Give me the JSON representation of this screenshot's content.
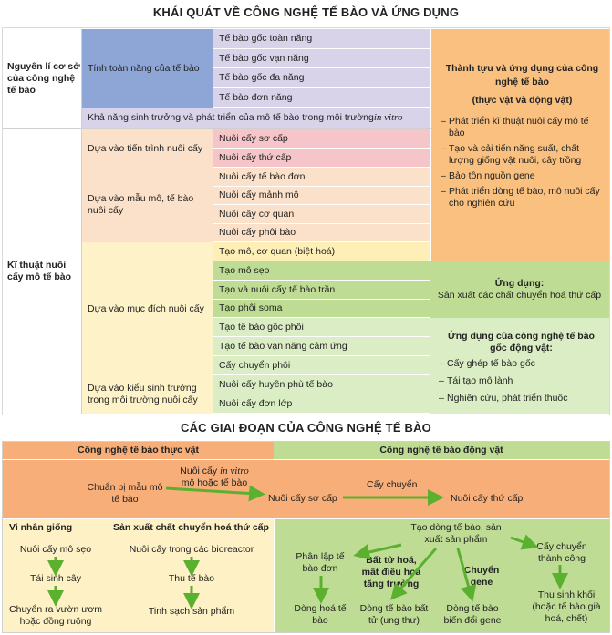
{
  "title1": "KHÁI QUÁT VỀ CÔNG NGHỆ TẾ BÀO VÀ ỨNG DỤNG",
  "principle": {
    "label": "Nguyên lí cơ sở của công nghệ tế bào",
    "totipotency": "Tính toàn năng của tế bào",
    "stem_cells": [
      "Tế bào gốc toàn năng",
      "Tế bào gốc vạn năng",
      "Tế bào gốc đa năng",
      "Tế bào đơn năng"
    ],
    "growth": "Khả năng sinh trưởng và phát triển của mô tế bào trong môi trường ",
    "growth_italic": "in vitro"
  },
  "achievements": {
    "title": "Thành tựu và ứng dụng của công nghệ tế bào",
    "subtitle": "(thực vật và động vật)",
    "items": [
      "Phát triển kĩ thuật nuôi cấy mô tế bào",
      "Tạo và cải tiến năng suất, chất lượng giống vật nuôi, cây trồng",
      "Bảo tồn nguồn gene",
      "Phát triển dòng tế bào, mô nuôi cấy cho nghiên cứu"
    ]
  },
  "technique": {
    "label": "Kĩ thuật nuôi cấy mô tế bào",
    "g1": "Dựa vào tiến trình nuôi cấy",
    "g1_items": [
      "Nuôi cấy sơ cấp",
      "Nuôi cấy thứ cấp"
    ],
    "g2": "Dựa vào mẫu mô, tế bào nuôi cấy",
    "g2_items": [
      "Nuôi cấy tế bào đơn",
      "Nuôi cấy mảnh mô",
      "Nuôi cấy cơ quan",
      "Nuôi cấy phôi bào"
    ],
    "g3": "Dựa vào mục đích nuôi cấy",
    "g3_items": [
      "Tạo mô, cơ quan (biệt hoá)",
      "Tạo mô sẹo",
      "Tạo và nuôi cấy tế bào trần",
      "Tạo phôi soma",
      "Tạo tế bào gốc phôi",
      "Tạo tế bào vạn năng cảm ứng",
      "Cấy chuyển phôi"
    ],
    "g4": "Dựa vào kiểu sinh trưởng trong môi trường nuôi cấy",
    "g4_items": [
      "Nuôi cấy huyền phù tế bào",
      "Nuôi cấy đơn lớp"
    ]
  },
  "app1": {
    "title": "Ứng dụng:",
    "text": "Sản xuất các chất chuyển hoá thứ cấp"
  },
  "app2": {
    "title": "Ứng dụng của công nghệ tế bào gốc động vật:",
    "items": [
      "Cấy ghép tế bào gốc",
      "Tái tạo mô lành",
      "Nghiên cứu, phát triển thuốc"
    ]
  },
  "title2": "CÁC GIAI ĐOẠN CỦA CÔNG NGHỆ TẾ BÀO",
  "plant_header": "Công nghệ tế bào thực vật",
  "animal_header": "Công nghệ tế bào động vật",
  "flow": {
    "prep": "Chuẩn bị mẫu mô tế bào",
    "invitro_1": "Nuôi cấy ",
    "invitro_2": "in vitro",
    "invitro_3": "mô hoặc tế bào",
    "primary": "Nuôi cấy sơ cấp",
    "transfer": "Cấy chuyển",
    "secondary": "Nuôi cấy thứ cấp"
  },
  "breeding": {
    "title": "Vi nhân giống",
    "steps": [
      "Nuôi cấy mô sẹo",
      "Tái sinh cây",
      "Chuyển ra vườn ươm hoặc đồng ruộng"
    ]
  },
  "secondary_prod": {
    "title": "Sản xuất chất chuyển hoá thứ cấp",
    "steps": [
      "Nuôi cấy trong các bioreactor",
      "Thu tế bào",
      "Tinh sạch sản phẩm"
    ]
  },
  "animal": {
    "line": "Tạo dòng tế bào, sản xuất sản phẩm",
    "isolate": "Phân lập tế bào đơn",
    "clone": "Dòng hoá tế bào",
    "immortal": "Bất tử hoá, mất điều hoà tăng trưởng",
    "immortal_line": "Dòng tế bào bất tử (ung thư)",
    "gene": "Chuyển gene",
    "gene_line": "Dòng tế bào biến đổi gene",
    "success": "Cấy chuyển thành công",
    "harvest": "Thu sinh khối (hoặc tế bào già hoá, chết)"
  },
  "colors": {
    "blue": "#8ea6d6",
    "lilac": "#d9d3ea",
    "orange": "#f9c07f",
    "pink": "#f6c5c9",
    "peach": "#fbe1c9",
    "yellow": "#fdefb5",
    "green": "#bfdc95",
    "green_light": "#daedc4",
    "arrow": "#5cb030",
    "stage_orange": "#f7ae78",
    "stage_yellow": "#fdf1c5"
  }
}
